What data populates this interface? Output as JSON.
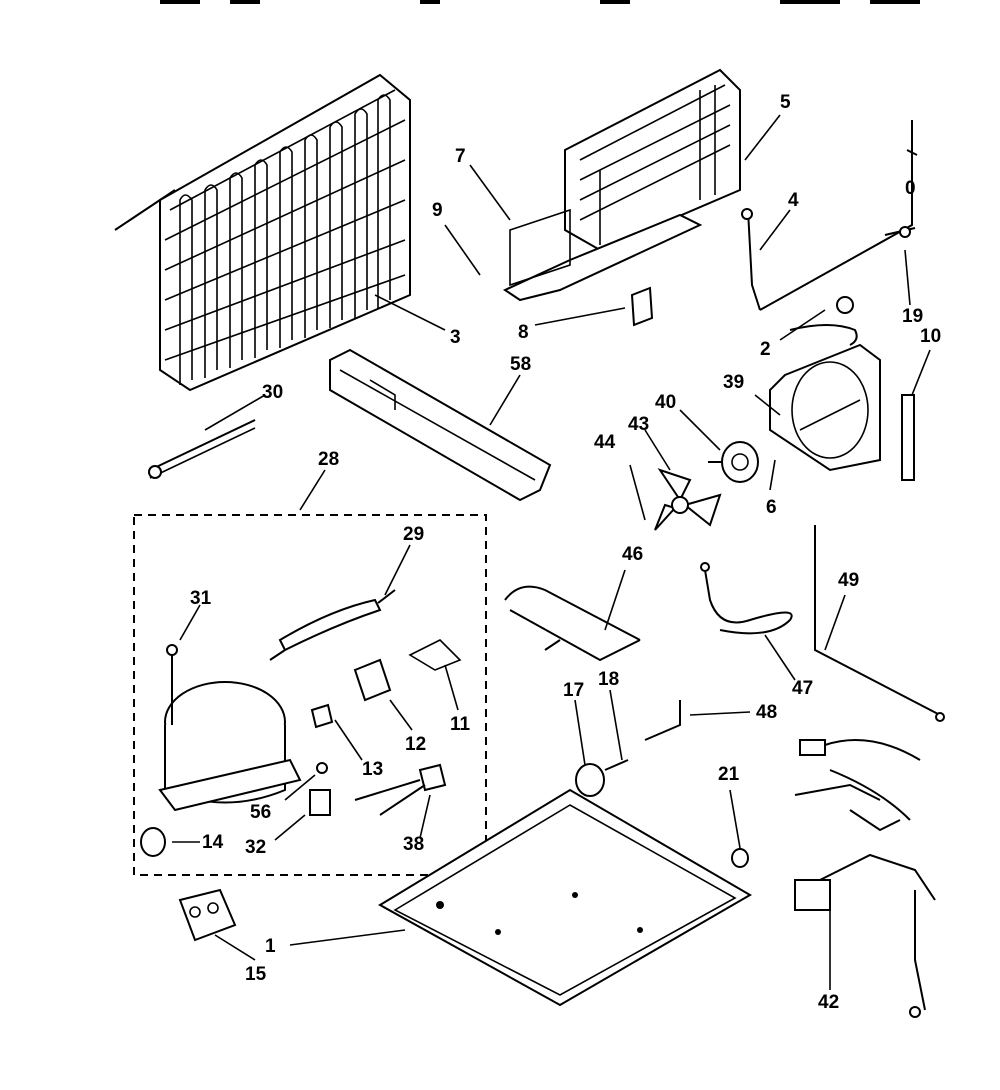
{
  "diagram": {
    "callouts": [
      {
        "id": "lbl-3",
        "text": "3"
      },
      {
        "id": "lbl-7",
        "text": "7"
      },
      {
        "id": "lbl-9",
        "text": "9"
      },
      {
        "id": "lbl-5",
        "text": "5"
      },
      {
        "id": "lbl-4",
        "text": "4"
      },
      {
        "id": "lbl-0",
        "text": "0"
      },
      {
        "id": "lbl-8",
        "text": "8"
      },
      {
        "id": "lbl-19",
        "text": "19"
      },
      {
        "id": "lbl-2",
        "text": "2"
      },
      {
        "id": "lbl-10",
        "text": "10"
      },
      {
        "id": "lbl-58",
        "text": "58"
      },
      {
        "id": "lbl-39",
        "text": "39"
      },
      {
        "id": "lbl-40",
        "text": "40"
      },
      {
        "id": "lbl-43",
        "text": "43"
      },
      {
        "id": "lbl-44",
        "text": "44"
      },
      {
        "id": "lbl-6",
        "text": "6"
      },
      {
        "id": "lbl-30",
        "text": "30"
      },
      {
        "id": "lbl-28",
        "text": "28"
      },
      {
        "id": "lbl-29",
        "text": "29"
      },
      {
        "id": "lbl-31",
        "text": "31"
      },
      {
        "id": "lbl-11",
        "text": "11"
      },
      {
        "id": "lbl-12",
        "text": "12"
      },
      {
        "id": "lbl-13",
        "text": "13"
      },
      {
        "id": "lbl-56",
        "text": "56"
      },
      {
        "id": "lbl-14",
        "text": "14"
      },
      {
        "id": "lbl-32",
        "text": "32"
      },
      {
        "id": "lbl-38",
        "text": "38"
      },
      {
        "id": "lbl-46",
        "text": "46"
      },
      {
        "id": "lbl-47",
        "text": "47"
      },
      {
        "id": "lbl-49",
        "text": "49"
      },
      {
        "id": "lbl-17",
        "text": "17"
      },
      {
        "id": "lbl-18",
        "text": "18"
      },
      {
        "id": "lbl-48",
        "text": "48"
      },
      {
        "id": "lbl-21",
        "text": "21"
      },
      {
        "id": "lbl-1",
        "text": "1"
      },
      {
        "id": "lbl-15",
        "text": "15"
      },
      {
        "id": "lbl-42",
        "text": "42"
      }
    ]
  }
}
